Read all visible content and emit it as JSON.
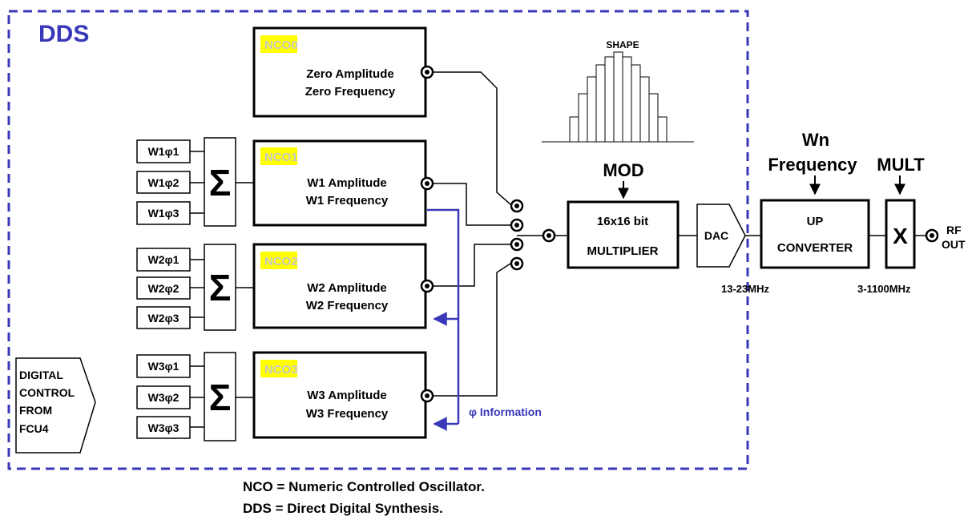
{
  "title": "DDS",
  "colors": {
    "dashed_border": "#3838b8",
    "phase_info": "#3838b8",
    "nco_label_bg": "#ffff00",
    "nco_label_text": "#c8c8c8"
  },
  "ncos": [
    {
      "label": "NCO0",
      "line1": "Zero Amplitude",
      "line2": "Zero Frequency"
    },
    {
      "label": "NCO1",
      "line1": "W1 Amplitude",
      "line2": "W1 Frequency"
    },
    {
      "label": "NCO2",
      "line1": "W2 Amplitude",
      "line2": "W2 Frequency"
    },
    {
      "label": "NCO3",
      "line1": "W3 Amplitude",
      "line2": "W3 Frequency"
    }
  ],
  "phase_inputs": [
    [
      "W1φ1",
      "W1φ2",
      "W1φ3"
    ],
    [
      "W2φ1",
      "W2φ2",
      "W2φ3"
    ],
    [
      "W3φ1",
      "W3φ2",
      "W3φ3"
    ]
  ],
  "sum_symbol": "Σ",
  "shape_label": "SHAPE",
  "mod_label": "MOD",
  "multiplier": {
    "line1": "16x16 bit",
    "line2": "MULTIPLIER"
  },
  "dac_label": "DAC",
  "dac_freq": "13-23MHz",
  "wn_label": {
    "line1": "Wn",
    "line2": "Frequency"
  },
  "upconverter": {
    "line1": "UP",
    "line2": "CONVERTER"
  },
  "mult_label": "MULT",
  "mult_symbol": "X",
  "mult_freq": "3-1100MHz",
  "rf_out": {
    "line1": "RF",
    "line2": "OUT"
  },
  "digital_control": [
    "DIGITAL",
    "CONTROL",
    "FROM",
    "FCU4"
  ],
  "phase_info_label": "φ Information",
  "footnotes": [
    "NCO = Numeric Controlled Oscillator.",
    "DDS = Direct Digital Synthesis."
  ]
}
